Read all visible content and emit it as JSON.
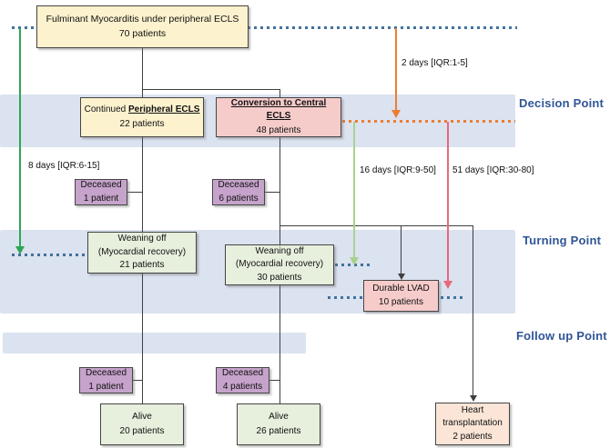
{
  "colors": {
    "band": "#DBE2F0",
    "yellow-box": "#FCF2CE",
    "pink-box": "#F6CCCB",
    "purple-box": "#C6A3CB",
    "green-box": "#E7EFDD",
    "peach-box": "#FAE5D6",
    "label-blue": "#2F5597",
    "dotted-blue": "#41719C",
    "arrow-green-dark": "#2FA555",
    "arrow-green-light": "#A9D18E",
    "arrow-orange": "#ED7D31",
    "arrow-red": "#E8697A",
    "line": "#3F3F3F"
  },
  "root": {
    "title": "Fulminant Myocarditis under peripheral ECLS",
    "count": "70 patients"
  },
  "decision": {
    "label": "Decision Point",
    "interval_from_start": "2 days [IQR:1-5]",
    "peripheral": {
      "prefix": "Continued ",
      "name": "Peripheral ECLS",
      "count": "22 patients"
    },
    "central": {
      "name": "Conversion to Central ECLS",
      "count": "48 patients"
    }
  },
  "deceased": {
    "after_peripheral": {
      "label": "Deceased",
      "count": "1 patient"
    },
    "after_central": {
      "label": "Deceased",
      "count": "6 patients"
    },
    "before_alive_peripheral": {
      "label": "Deceased",
      "count": "1 patient"
    },
    "before_alive_central": {
      "label": "Deceased",
      "count": "4 patients"
    }
  },
  "turning": {
    "label": "Turning Point",
    "interval_peripheral": "8 days [IQR:6-15]",
    "interval_weaning": "16 days [IQR:9-50]",
    "interval_lvad": "51 days [IQR:30-80]",
    "weaning_peripheral": {
      "line1": "Weaning off",
      "line2": "(Myocardial recovery)",
      "count": "21 patients"
    },
    "weaning_central": {
      "line1": "Weaning off",
      "line2": "(Myocardial recovery)",
      "count": "30 patients"
    },
    "lvad": {
      "name": "Durable LVAD",
      "count": "10 patients"
    }
  },
  "followup": {
    "label": "Follow up Point",
    "alive_peripheral": {
      "name": "Alive",
      "count": "20 patients"
    },
    "alive_central": {
      "name": "Alive",
      "count": "26 patients"
    },
    "transplant": {
      "line1": "Heart",
      "line2": "transplantation",
      "count": "2 patients"
    }
  }
}
